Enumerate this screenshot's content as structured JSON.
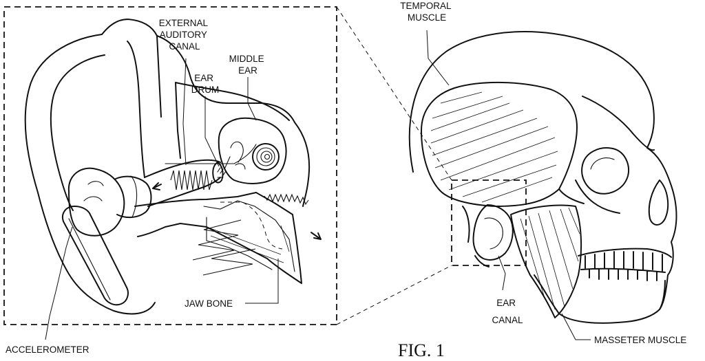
{
  "labels": {
    "external_auditory_canal": [
      "EXTERNAL",
      "AUDITORY",
      "CANAL"
    ],
    "middle_ear": [
      "MIDDLE",
      "EAR"
    ],
    "ear_drum": [
      "EAR",
      "DRUM"
    ],
    "jaw_bone": "JAW BONE",
    "accelerometer": "ACCELEROMETER",
    "temporal_muscle": [
      "TEMPORAL",
      "MUSCLE"
    ],
    "ear_canal": [
      "EAR",
      "CANAL"
    ],
    "masseter_muscle": "MASSETER MUSCLE"
  },
  "figure_label": "FIG. 1"
}
